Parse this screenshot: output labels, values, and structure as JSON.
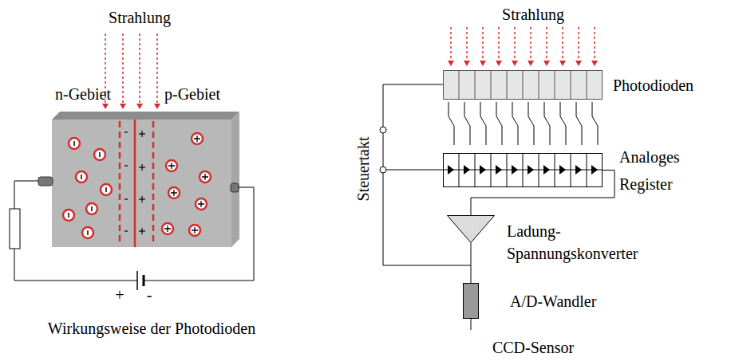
{
  "diagram": {
    "nodes": [
      {
        "text": [
          "Photodioden"
        ]
      },
      {
        "text": [
          "Analoges Register"
        ]
      },
      {
        "text": [
          "Ladung- Spannungskonverter"
        ]
      },
      {
        "text": [
          "A/D-Wandler"
        ]
      }
    ],
    "edges": [
      {
        "from": 1,
        "to": 2,
        "arrow": "none"
      },
      {
        "from": 2,
        "to": 3,
        "arrow": "none"
      }
    ],
    "labels": [
      "Strahlung",
      "n-Gebiet",
      "p-Gebiet",
      "+",
      "-",
      "Wirkungsweise der Photodioden",
      "Strahlung",
      "Steuertakt",
      "CCD-Sensor"
    ]
  }
}
